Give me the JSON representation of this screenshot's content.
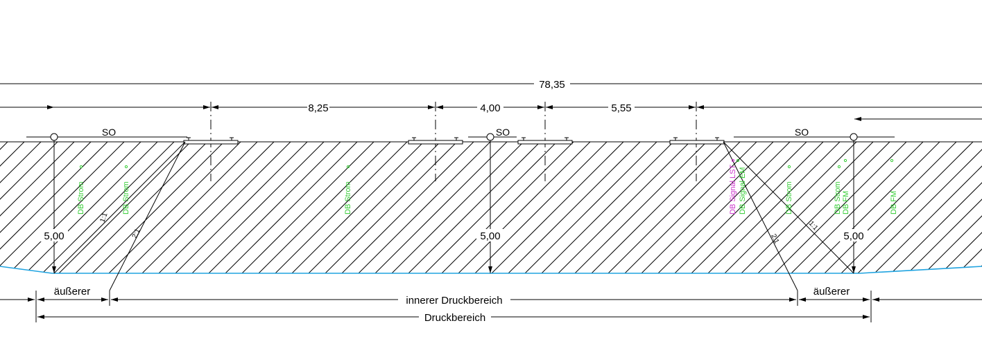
{
  "dimensions": {
    "total": "78,35",
    "seg_1": "8,25",
    "seg_2": "4,00",
    "seg_3": "5,55",
    "depth_left": "5,00",
    "depth_middle": "5,00",
    "depth_right": "5,00"
  },
  "labels": {
    "so_left": "SO",
    "so_middle": "SO",
    "so_right": "SO",
    "outer_left": "äußerer",
    "outer_right": "äußerer",
    "inner_zone": "innerer Druckbereich",
    "pressure_zone": "Druckbereich"
  },
  "slopes": {
    "left_1_1": "1:1",
    "left_2_1": "2:1",
    "right_2_1": "2:1",
    "right_1_1": "1:1"
  },
  "cables": [
    {
      "text": "DB Strom",
      "color": "#33cc33"
    },
    {
      "text": "DB Strom",
      "color": "#33cc33"
    },
    {
      "text": "DB Strom",
      "color": "#33cc33"
    },
    {
      "text": "DB Signal LST",
      "color": "#cc33cc"
    },
    {
      "text": "DB Signal EM",
      "color": "#33cc33"
    },
    {
      "text": "DB Strom",
      "color": "#33cc33"
    },
    {
      "text": "DB Strom",
      "color": "#33cc33"
    },
    {
      "text": "DB FM",
      "color": "#33cc33"
    },
    {
      "text": "DB FM",
      "color": "#33cc33"
    }
  ],
  "colors": {
    "line": "#000000",
    "groundwater": "#1fa3e0",
    "cable_green": "#33cc33",
    "cable_magenta": "#cc33cc"
  }
}
